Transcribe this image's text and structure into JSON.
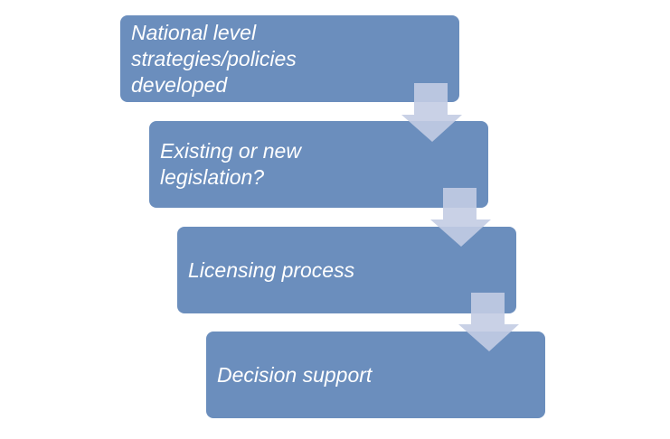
{
  "steps": [
    {
      "label": "National level strategies/policies developed"
    },
    {
      "label": "Existing or new legislation?"
    },
    {
      "label": "Licensing process"
    },
    {
      "label": "Decision support"
    }
  ],
  "colors": {
    "box": "#6b8ebd",
    "arrow": "#b8c3dd"
  }
}
